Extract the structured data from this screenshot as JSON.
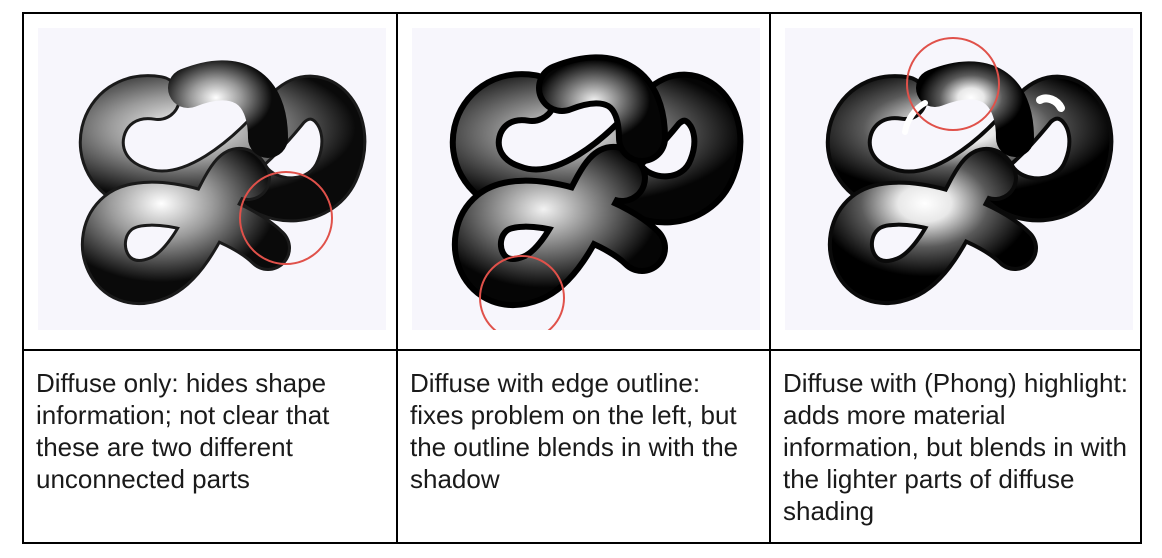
{
  "panels": [
    {
      "caption": "Diffuse only: hides shape information; not clear that these are two different unconnected parts",
      "image_alt": "torus-knot diffuse only",
      "highlight_circle": "red",
      "shading": "diffuse"
    },
    {
      "caption": "Diffuse with edge outline: fixes problem on the left, but the outline blends in with the shadow",
      "image_alt": "torus-knot with outline",
      "highlight_circle": "red",
      "shading": "diffuse-outline"
    },
    {
      "caption": "Diffuse with (Phong) highlight: adds more material information, but blends in with the lighter parts of diffuse shading",
      "image_alt": "torus-knot with phong highlight",
      "highlight_circle": "red",
      "shading": "phong"
    }
  ],
  "colors": {
    "circle": "#e0514a",
    "background": "#f7f6fc",
    "border": "#000000"
  }
}
